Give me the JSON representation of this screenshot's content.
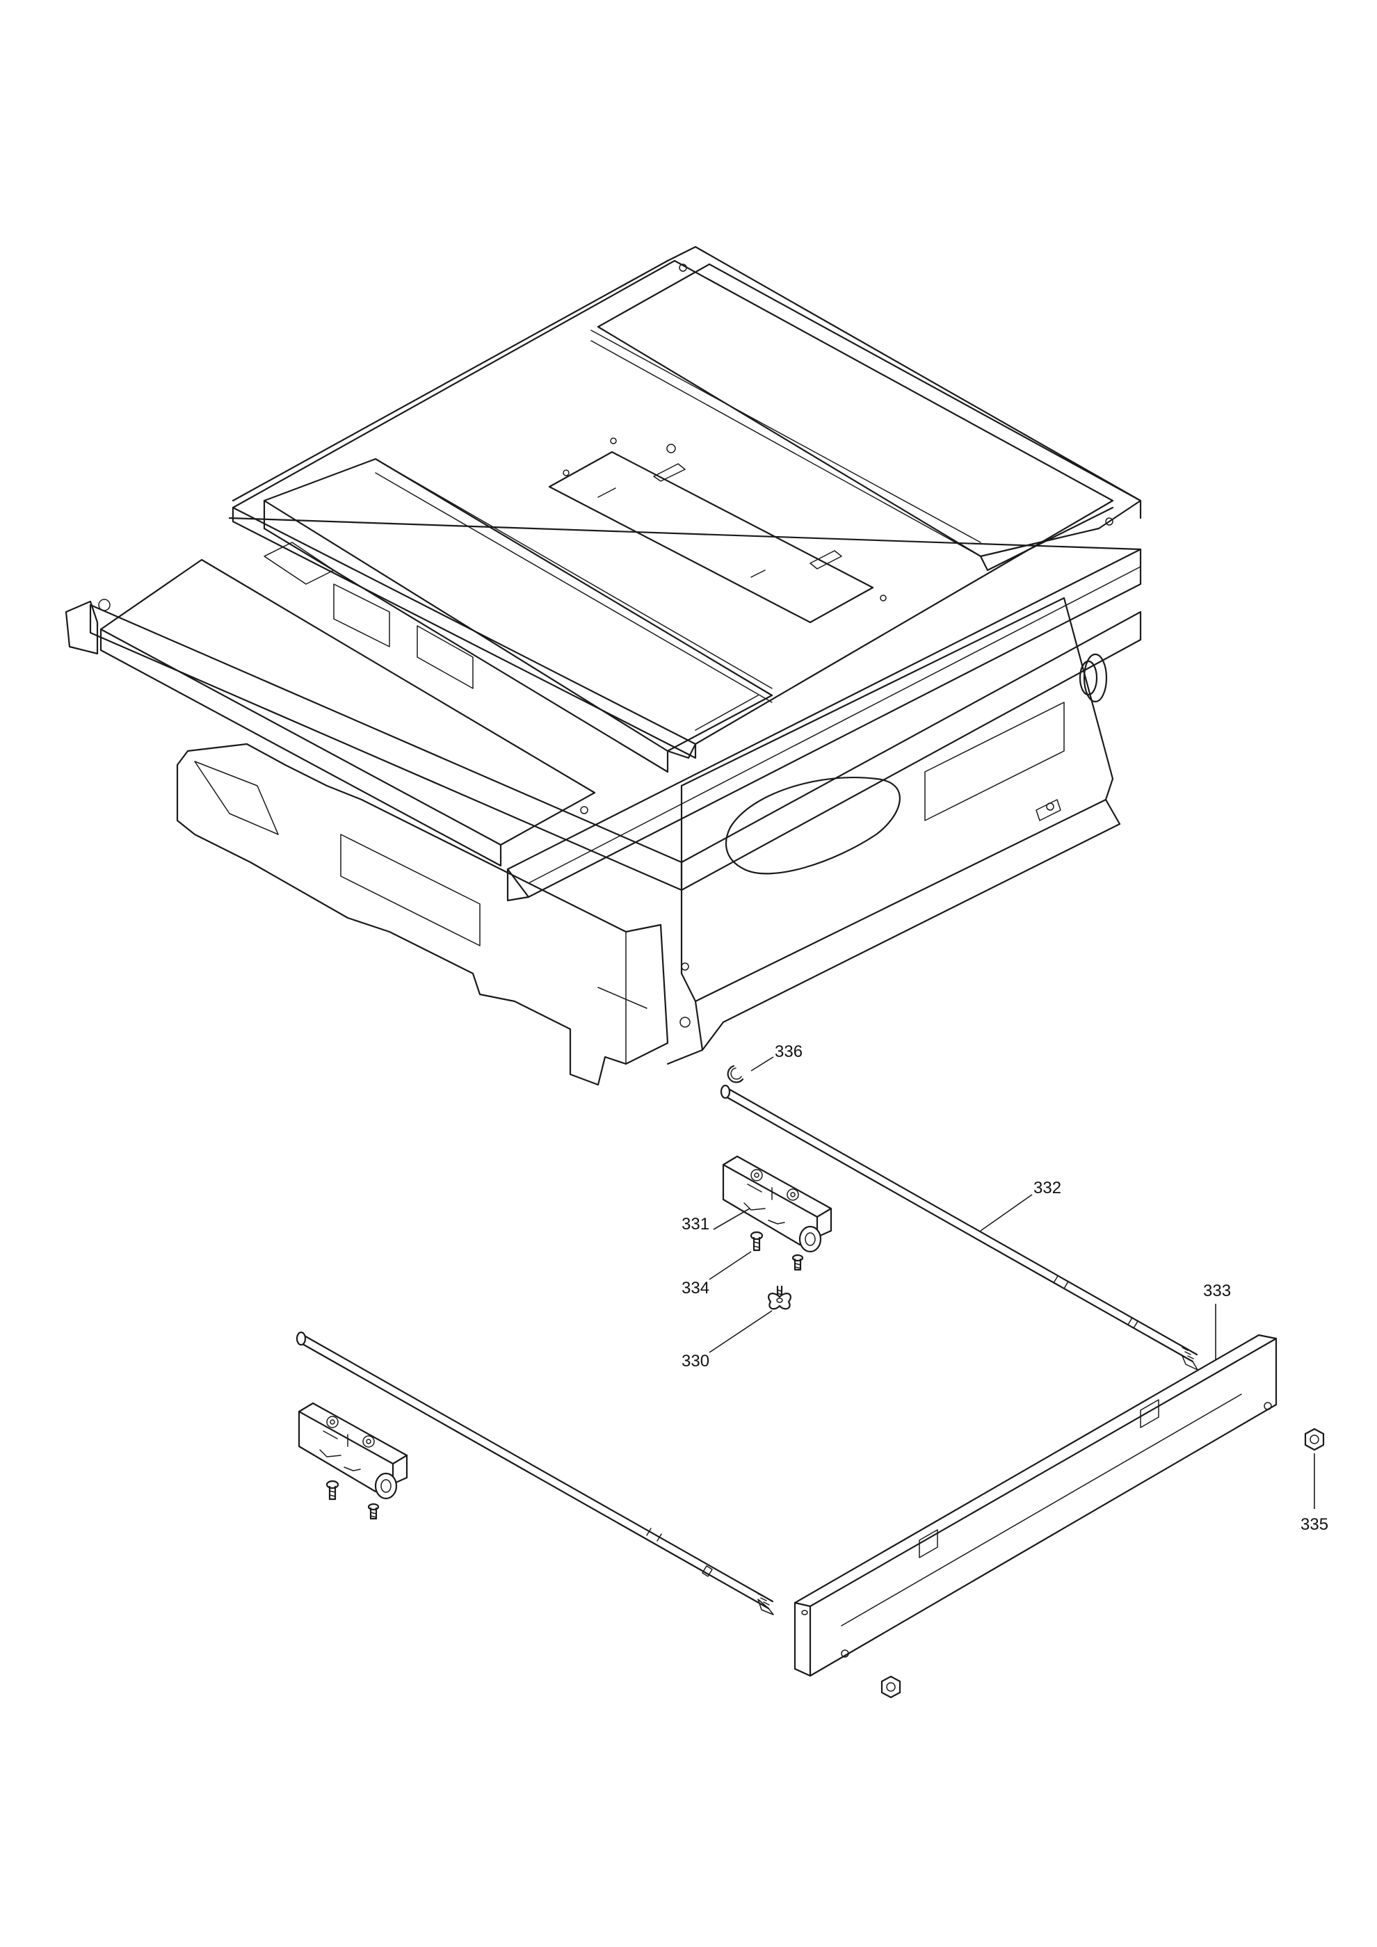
{
  "callouts": [
    {
      "id": "336",
      "text": "336"
    },
    {
      "id": "332",
      "text": "332"
    },
    {
      "id": "331",
      "text": "331"
    },
    {
      "id": "333",
      "text": "333"
    },
    {
      "id": "334",
      "text": "334"
    },
    {
      "id": "330",
      "text": "330"
    },
    {
      "id": "335",
      "text": "335"
    }
  ],
  "colors": {
    "line": "#1a1a1a",
    "background": "#ffffff"
  }
}
